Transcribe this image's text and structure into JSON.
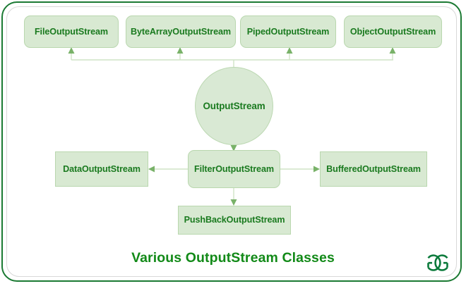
{
  "diagram": {
    "title": "Various OutputStream Classes",
    "logo_text": "GG",
    "colors": {
      "node_fill": "#d8e9d2",
      "node_border": "#b9d7ae",
      "node_text": "#1a7a1f",
      "title_text": "#128a18",
      "frame_border": "#1b7a33",
      "inner_frame_border": "#d8d8d8",
      "connector": "#cfe4c6",
      "arrowhead": "#79b269"
    },
    "root": {
      "label": "OutputStream",
      "shape": "circle"
    },
    "subclasses_top": [
      {
        "label": "FileOutputStream",
        "shape": "rounded-rect"
      },
      {
        "label": "ByteArrayOutputStream",
        "shape": "rounded-rect"
      },
      {
        "label": "PipedOutputStream",
        "shape": "rounded-rect"
      },
      {
        "label": "ObjectOutputStream",
        "shape": "rounded-rect"
      }
    ],
    "filter_node": {
      "label": "FilterOutputStream",
      "shape": "rounded-rect"
    },
    "filter_subclasses": [
      {
        "label": "DataOutputStream",
        "shape": "rect"
      },
      {
        "label": "BufferedOutputStream",
        "shape": "rect"
      },
      {
        "label": "PushBackOutputStream",
        "shape": "rect"
      }
    ]
  }
}
